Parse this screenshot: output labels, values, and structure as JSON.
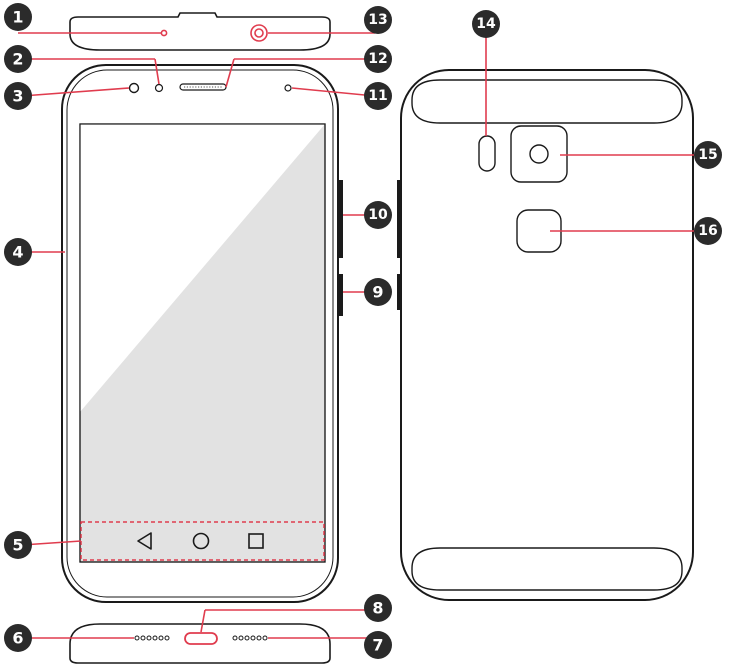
{
  "colors": {
    "outline": "#1a1a1a",
    "screen": "#e2e2e2",
    "accent": "#e03c4e",
    "callout_fill": "#2b2b2b"
  },
  "icons": [
    "back-triangle-icon",
    "home-circle-icon",
    "recents-square-icon"
  ],
  "callouts": [
    {
      "id": "c1",
      "label": "1"
    },
    {
      "id": "c2",
      "label": "2"
    },
    {
      "id": "c3",
      "label": "3"
    },
    {
      "id": "c4",
      "label": "4"
    },
    {
      "id": "c5",
      "label": "5"
    },
    {
      "id": "c6",
      "label": "6"
    },
    {
      "id": "c7",
      "label": "7"
    },
    {
      "id": "c8",
      "label": "8"
    },
    {
      "id": "c9",
      "label": "9"
    },
    {
      "id": "c10",
      "label": "10"
    },
    {
      "id": "c11",
      "label": "11"
    },
    {
      "id": "c12",
      "label": "12"
    },
    {
      "id": "c13",
      "label": "13"
    },
    {
      "id": "c14",
      "label": "14"
    },
    {
      "id": "c15",
      "label": "15"
    },
    {
      "id": "c16",
      "label": "16"
    }
  ]
}
